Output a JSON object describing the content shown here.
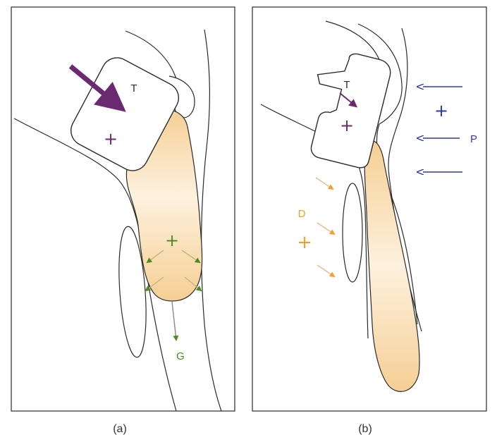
{
  "colors": {
    "outline": "#2a2a2a",
    "tissue_fill": "#f6cf94",
    "tissue_light": "#fdf1de",
    "purple": "#6b2a70",
    "green": "#4d8a23",
    "blue": "#2f3a9a",
    "orange": "#f0a030"
  },
  "panel_a": {
    "caption": "(a)",
    "label_t": "T",
    "label_g": "G",
    "symbol_t": "+",
    "symbol_g": "+"
  },
  "panel_b": {
    "caption": "(b)",
    "label_t": "T",
    "label_p": "P",
    "label_d": "D",
    "symbol_t": "+",
    "symbol_p": "+",
    "symbol_d": "+"
  }
}
